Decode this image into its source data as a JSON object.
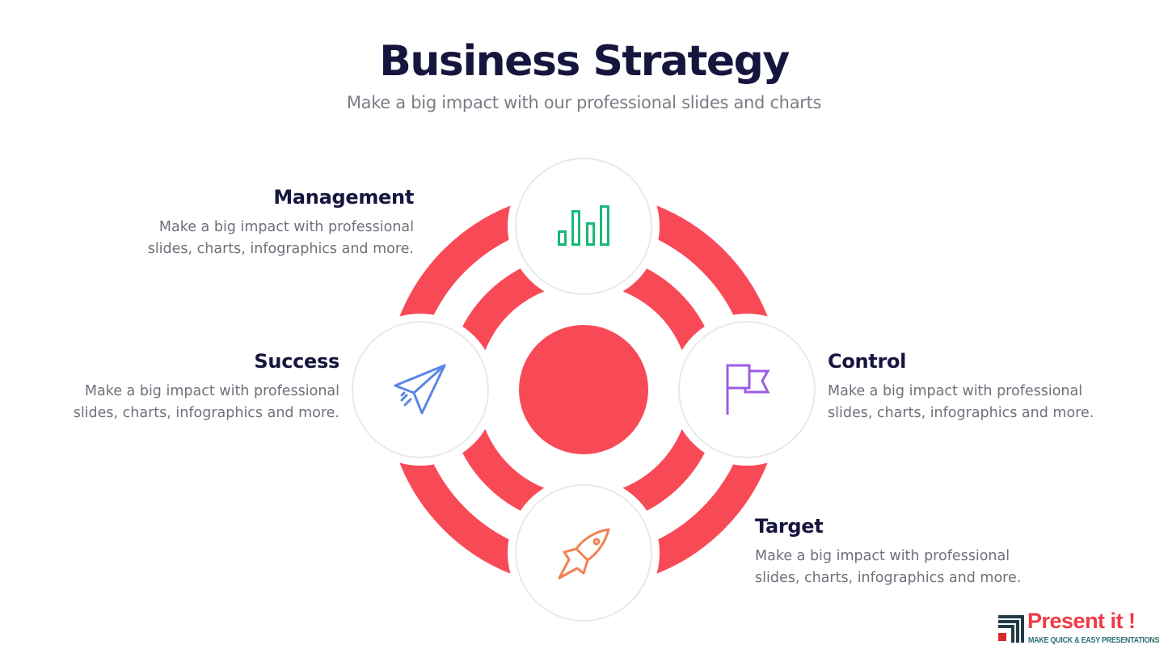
{
  "header": {
    "title": "Business Strategy",
    "subtitle": "Make a big impact with our professional slides and charts"
  },
  "items": [
    {
      "title": "Management",
      "text_line1": "Make a big impact with professional",
      "text_line2": "slides, charts, infographics and more.",
      "icon": "bar-chart-icon",
      "color": "#17b978"
    },
    {
      "title": "Success",
      "text_line1": "Make a big impact with professional",
      "text_line2": "slides, charts, infographics and more.",
      "icon": "paper-plane-icon",
      "color": "#5b86e5"
    },
    {
      "title": "Control",
      "text_line1": "Make a big impact with professional",
      "text_line2": "slides, charts, infographics and more.",
      "icon": "flag-icon",
      "color": "#9b5de5"
    },
    {
      "title": "Target",
      "text_line1": "Make a big impact with professional",
      "text_line2": "slides, charts, infographics and more.",
      "icon": "rocket-icon",
      "color": "#ef8354"
    }
  ],
  "colors": {
    "accent": "#f84a56",
    "title": "#16153d"
  },
  "logo": {
    "name": "Present it !",
    "tagline": "MAKE QUICK & EASY PRESENTATIONS"
  }
}
